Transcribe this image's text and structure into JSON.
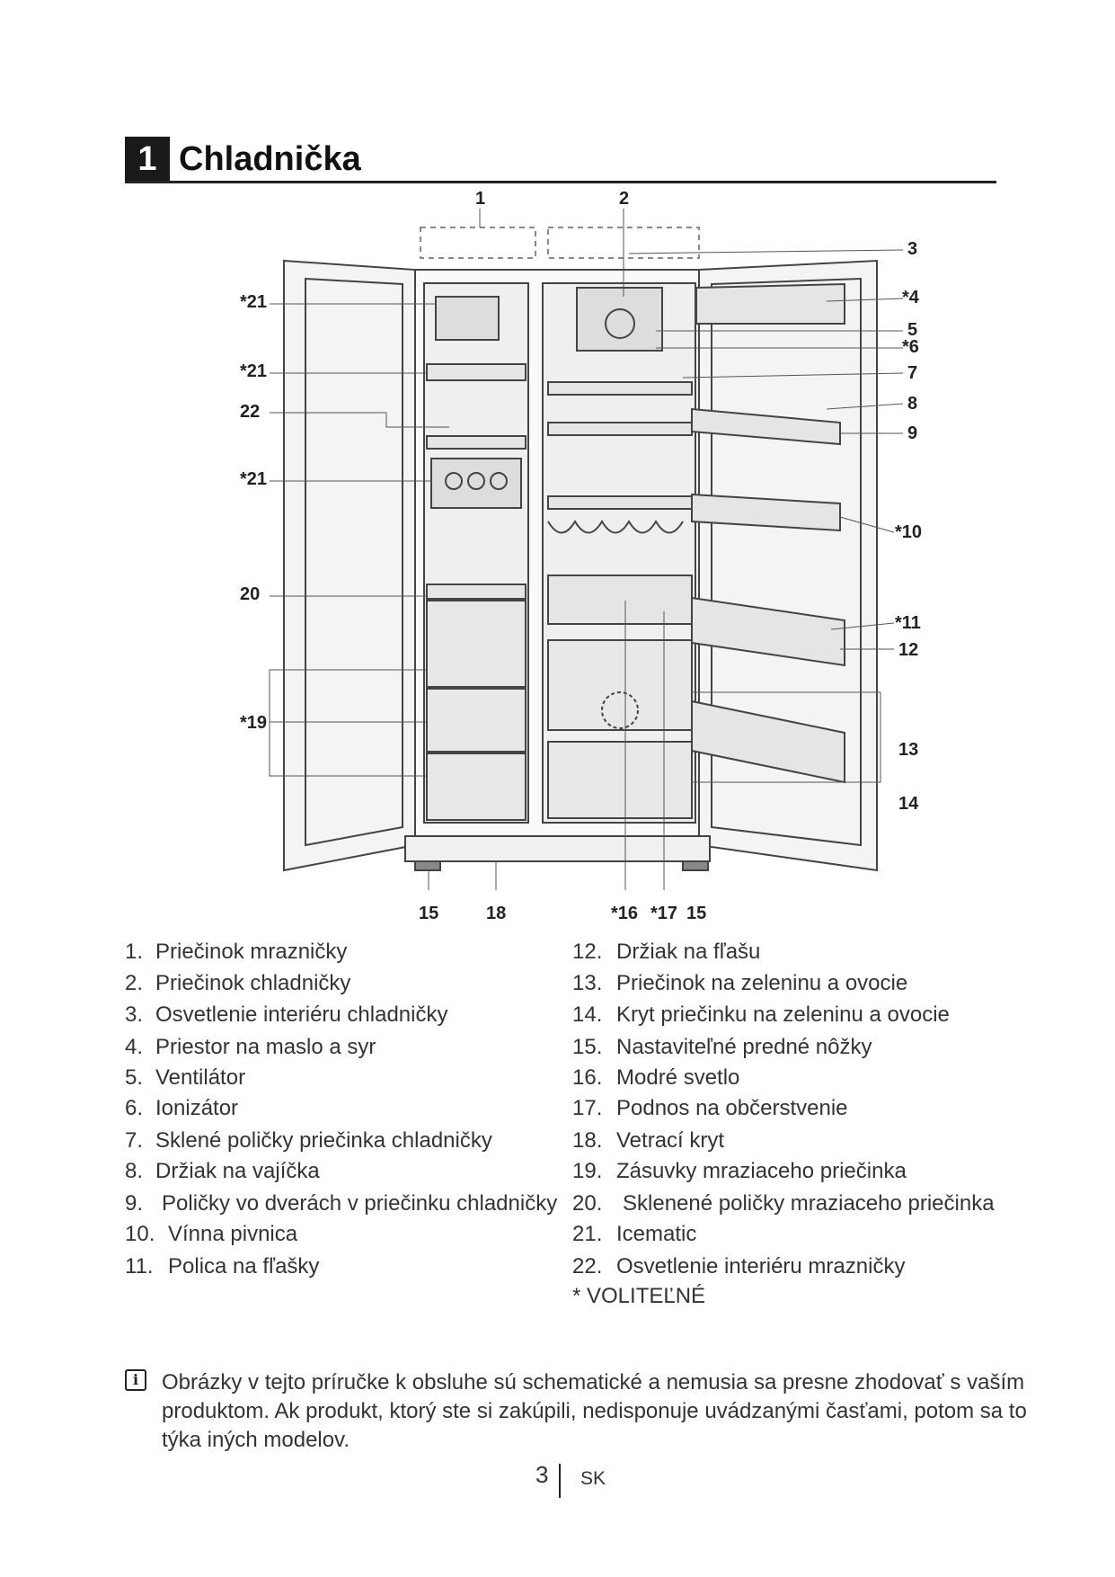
{
  "header": {
    "section_number": "1",
    "title": "Chladnička"
  },
  "diagram": {
    "callouts_top": [
      "1",
      "2"
    ],
    "callouts_right": [
      "3",
      "*4",
      "5",
      "*6",
      "7",
      "8",
      "9",
      "*10",
      "*11",
      "12",
      "13",
      "14"
    ],
    "callouts_left": [
      "*21",
      "*21",
      "22",
      "*21",
      "20",
      "*19"
    ],
    "callouts_bottom": [
      "15",
      "18",
      "*16",
      "*17",
      "15"
    ]
  },
  "parts_left": [
    {
      "num": "1.",
      "label": "Priečinok mrazničky"
    },
    {
      "num": "2.",
      "label": "Priečinok chladničky"
    },
    {
      "num": "3.",
      "label": "Osvetlenie interiéru chladničky"
    },
    {
      "num": "4.",
      "label": "Priestor na maslo a syr"
    },
    {
      "num": "5.",
      "label": "Ventilátor"
    },
    {
      "num": "6.",
      "label": "Ionizátor"
    },
    {
      "num": "7.",
      "label": "Sklené poličky priečinka chladničky"
    },
    {
      "num": "8.",
      "label": "Držiak na vajíčka"
    },
    {
      "num": "9.",
      "label": "Poličky vo dverách v priečinku chladničky"
    },
    {
      "num": "10.",
      "label": "Vínna pivnica"
    },
    {
      "num": "11.",
      "label": "Polica na fľašky"
    }
  ],
  "parts_right": [
    {
      "num": "12.",
      "label": "Držiak na fľašu"
    },
    {
      "num": "13.",
      "label": "Priečinok na zeleninu a ovocie"
    },
    {
      "num": "14.",
      "label": "Kryt priečinku na zeleninu a ovocie"
    },
    {
      "num": "15.",
      "label": "Nastaviteľné predné nôžky"
    },
    {
      "num": "16.",
      "label": "Modré svetlo"
    },
    {
      "num": "17.",
      "label": "Podnos na občerstvenie"
    },
    {
      "num": "18.",
      "label": "Vetrací kryt"
    },
    {
      "num": "19.",
      "label": "Zásuvky mraziaceho priečinka"
    },
    {
      "num": "20.",
      "label": "Sklenené poličky mraziaceho priečinka"
    },
    {
      "num": "21.",
      "label": "Icematic"
    },
    {
      "num": "22.",
      "label": "Osvetlenie interiéru mrazničky"
    }
  ],
  "optional_note": "* VOLITEĽNÉ",
  "info": {
    "icon": "info-icon",
    "lines": [
      "Obrázky v tejto príručke k obsluhe sú schematické a nemusia sa presne zhodovať s vaším",
      "produktom. Ak produkt, ktorý ste si zakúpili, nedisponuje uvádzanými časťami, potom sa to",
      "týka iných modelov."
    ]
  },
  "footer": {
    "page": "3",
    "lang": "SK"
  }
}
